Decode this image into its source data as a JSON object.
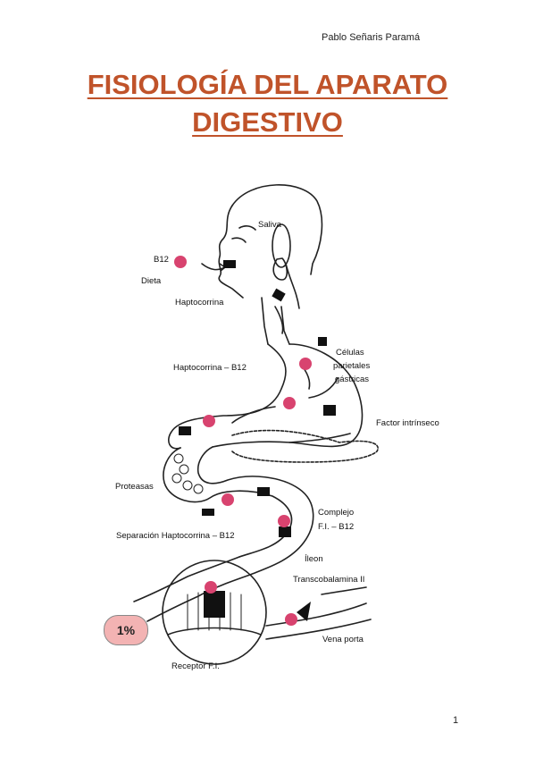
{
  "author": "Pablo Señaris Paramá",
  "title": {
    "line1": "FISIOLOGÍA DEL APARATO",
    "line2": "DIGESTIVO"
  },
  "figure_labels": {
    "saliva": "Saliva",
    "b12": "B12",
    "dieta": "Dieta",
    "haptocorrina": "Haptocorrina",
    "celulas_1": "Células",
    "celulas_2": "parietales",
    "celulas_3": "gástricas",
    "haptocorrina_b12": "Haptocorrina – B12",
    "factor_intrinseco": "Factor intrínseco",
    "proteasas": "Proteasas",
    "complejo_1": "Complejo",
    "complejo_2": "F.I. – B12",
    "separacion": "Separación Haptocorrina – B12",
    "ileon": "Íleon",
    "transcobalamina": "Transcobalamina II",
    "vena_porta": "Vena porta",
    "receptor": "Receptor F.I.",
    "percent": "1%"
  },
  "page_number": "1",
  "colors": {
    "title": "#c0532a",
    "b12_dot": "#d8436f",
    "percent_badge": "#f3b3b3"
  }
}
